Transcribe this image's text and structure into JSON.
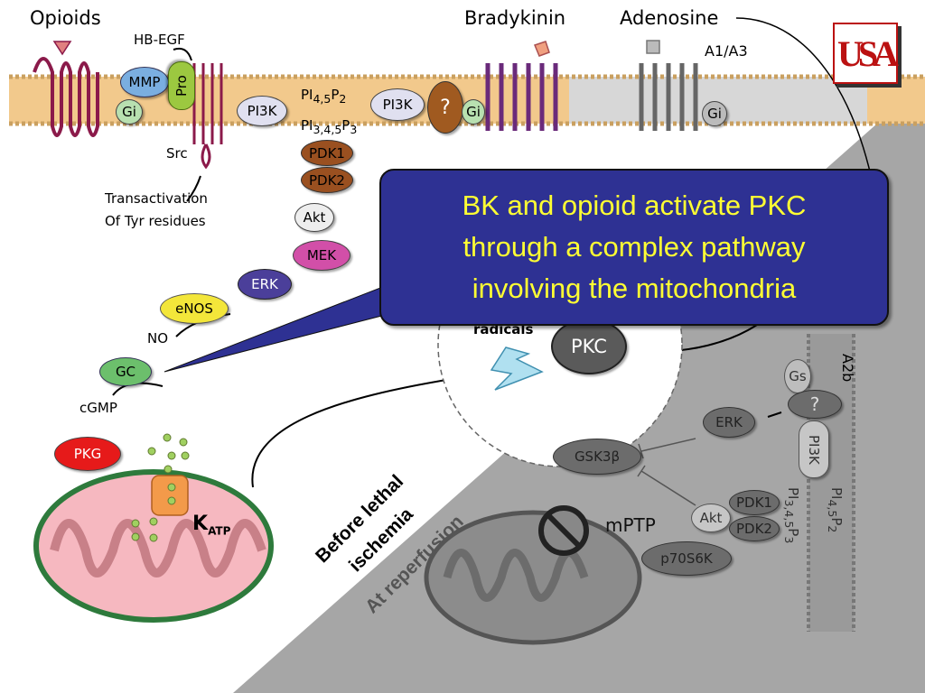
{
  "ligands": {
    "opioids": "Opioids",
    "bradykinin": "Bradykinin",
    "adenosine": "Adenosine",
    "hb_egf": "HB-EGF",
    "a1_a3": "A1/A3",
    "a2b": "A2b"
  },
  "labels": {
    "src": "Src",
    "transactivation_line1": "Transactivation",
    "transactivation_line2": "Of Tyr residues",
    "no": "NO",
    "cgmp": "cGMP",
    "radicals": "radicals",
    "k_atp_k": "K",
    "k_atp_sub": "ATP",
    "mptp": "mPTP",
    "gsk3b": "GSK3β",
    "pi_top": "PI",
    "pi_top_sub": "4,5",
    "pi_top_p": "P",
    "pi_top_p_sub": "2",
    "pi_bot": "PI",
    "pi_bot_sub": "3,4,5",
    "pi_bot_p": "P",
    "pi_bot_p_sub": "3"
  },
  "nodes": {
    "mmp": "MMP",
    "pro": "Pro",
    "gi1": "Gi",
    "gi2": "Gi",
    "gi3": "Gi",
    "gs": "Gs",
    "pi3k1": "PI3K",
    "pi3k2": "PI3K",
    "pi3k3": "PI3K",
    "q1": "?",
    "q2": "?",
    "pdk1": "PDK1",
    "pdk2": "PDK2",
    "pdk1b": "PDK1",
    "pdk2b": "PDK2",
    "akt": "Akt",
    "akt2": "Akt",
    "mek": "MEK",
    "erk": "ERK",
    "erk2": "ERK",
    "enos": "eNOS",
    "gc": "GC",
    "pkg": "PKG",
    "pkc": "PKC",
    "p70s6k": "p70S6K"
  },
  "callout": {
    "line1": "BK and opioid activate PKC",
    "line2": "through a complex pathway",
    "line3": "involving the mitochondria"
  },
  "phases": {
    "before_line1": "Before lethal",
    "before_line2": "ischemia",
    "reperfusion": "At reperfusion"
  },
  "logo": {
    "text": "USA"
  },
  "colors": {
    "callout_bg": "#2e3193",
    "callout_text": "#ffff33",
    "reperfusion_gray": "#a6a6a6",
    "membrane": "#f0c080",
    "logo_red": "#bb1111"
  }
}
